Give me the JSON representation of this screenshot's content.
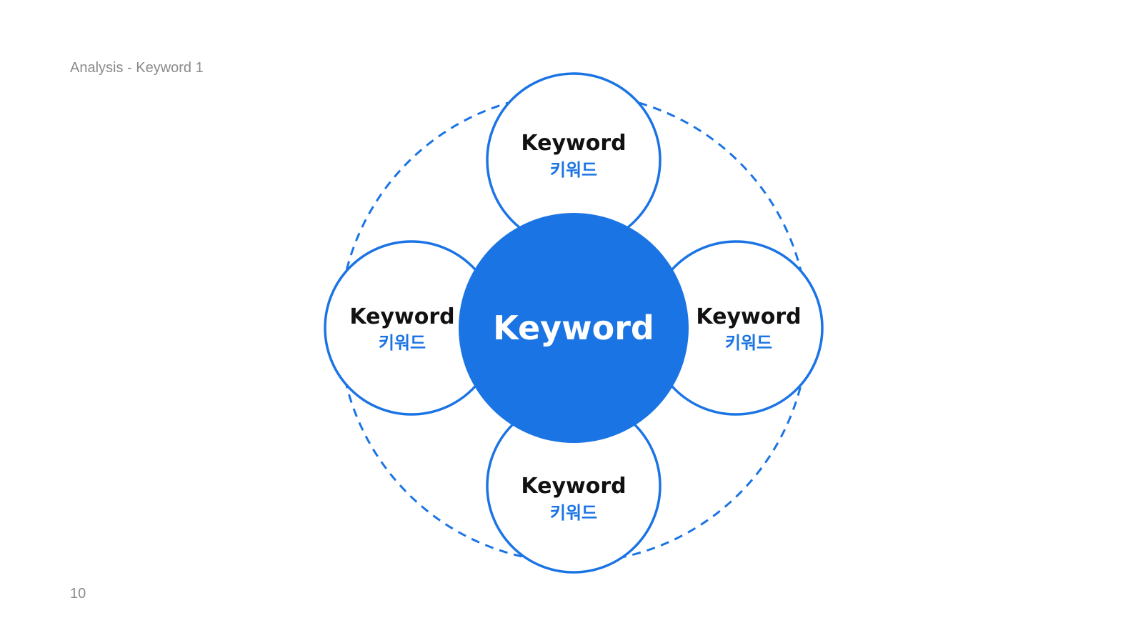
{
  "header": {
    "title": "Analysis - Keyword 1"
  },
  "footer": {
    "page_number": "10"
  },
  "colors": {
    "accent": "#1b74e4",
    "text_dark": "#111111",
    "text_muted": "#8a8a8a",
    "background": "#ffffff"
  },
  "diagram": {
    "center": {
      "label": "Keyword"
    },
    "nodes": [
      {
        "label": "Keyword",
        "sublabel": "키워드"
      },
      {
        "label": "Keyword",
        "sublabel": "키워드"
      },
      {
        "label": "Keyword",
        "sublabel": "키워드"
      },
      {
        "label": "Keyword",
        "sublabel": "키워드"
      }
    ]
  }
}
